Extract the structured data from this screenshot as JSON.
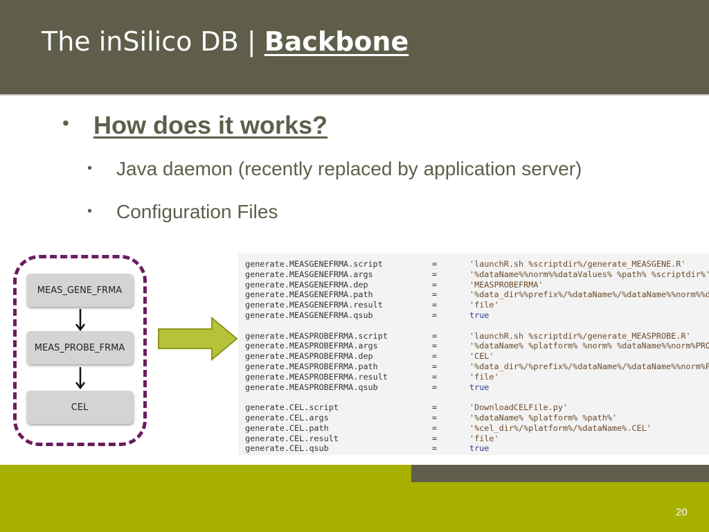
{
  "slide": {
    "title_prefix": "The inSilico DB | ",
    "title_strong": "Backbone",
    "page_number": "20"
  },
  "bullets": [
    {
      "text": "How does it works?"
    },
    {
      "text": "Java daemon (recently replaced by application server)"
    },
    {
      "text": "Configuration Files"
    }
  ],
  "diagram": {
    "nodes": [
      "MEAS_GENE_FRMA",
      "MEAS_PROBE_FRMA",
      "CEL"
    ]
  },
  "config": {
    "lines": [
      {
        "key": "generate.MEASGENEFRMA.script",
        "eq": "=",
        "value": "'launchR.sh %scriptdir%/generate_MEASGENE.R'"
      },
      {
        "key": "generate.MEASGENEFRMA.args",
        "eq": "=",
        "value": "'%dataName%%norm%%dataValues% %path% %scriptdir%'"
      },
      {
        "key": "generate.MEASGENEFRMA.dep",
        "eq": "=",
        "value": "'MEASPROBEFRMA'"
      },
      {
        "key": "generate.MEASGENEFRMA.path",
        "eq": "=",
        "value": "'%data_dir%%prefix%/%dataName%/%dataName%%norm%%d"
      },
      {
        "key": "generate.MEASGENEFRMA.result",
        "eq": "=",
        "value": "'file'"
      },
      {
        "key": "generate.MEASGENEFRMA.qsub",
        "eq": "=",
        "value": "true"
      },
      {
        "key": "",
        "eq": "",
        "value": ""
      },
      {
        "key": "generate.MEASPROBEFRMA.script",
        "eq": "=",
        "value": "'launchR.sh %scriptdir%/generate_MEASPROBE.R'"
      },
      {
        "key": "generate.MEASPROBEFRMA.args",
        "eq": "=",
        "value": "'%dataName% %platform% %norm% %dataName%%norm%PRO"
      },
      {
        "key": "generate.MEASPROBEFRMA.dep",
        "eq": "=",
        "value": "'CEL'"
      },
      {
        "key": "generate.MEASPROBEFRMA.path",
        "eq": "=",
        "value": "'%data_dir%/%prefix%/%dataName%/%dataName%%norm%P"
      },
      {
        "key": "generate.MEASPROBEFRMA.result",
        "eq": "=",
        "value": "'file'"
      },
      {
        "key": "generate.MEASPROBEFRMA.qsub",
        "eq": "=",
        "value": "true"
      },
      {
        "key": "",
        "eq": "",
        "value": ""
      },
      {
        "key": "generate.CEL.script",
        "eq": "=",
        "value": "'DownloadCELFile.py'"
      },
      {
        "key": "generate.CEL.args",
        "eq": "=",
        "value": "'%dataName% %platform% %path%'"
      },
      {
        "key": "generate.CEL.path",
        "eq": "=",
        "value": "'%cel_dir%/%platform%/%dataName%.CEL'"
      },
      {
        "key": "generate.CEL.result",
        "eq": "=",
        "value": "'file'"
      },
      {
        "key": "generate.CEL.qsub",
        "eq": "=",
        "value": "true"
      }
    ]
  },
  "colors": {
    "header_bg": "#5f5e4b",
    "footer_green": "#a8b000",
    "diagram_border": "#6a1d5e",
    "arrow_fill": "#b5c23a"
  },
  "icons": {
    "flow_arrow": "down-arrow-icon",
    "big_arrow": "right-arrow-icon"
  }
}
